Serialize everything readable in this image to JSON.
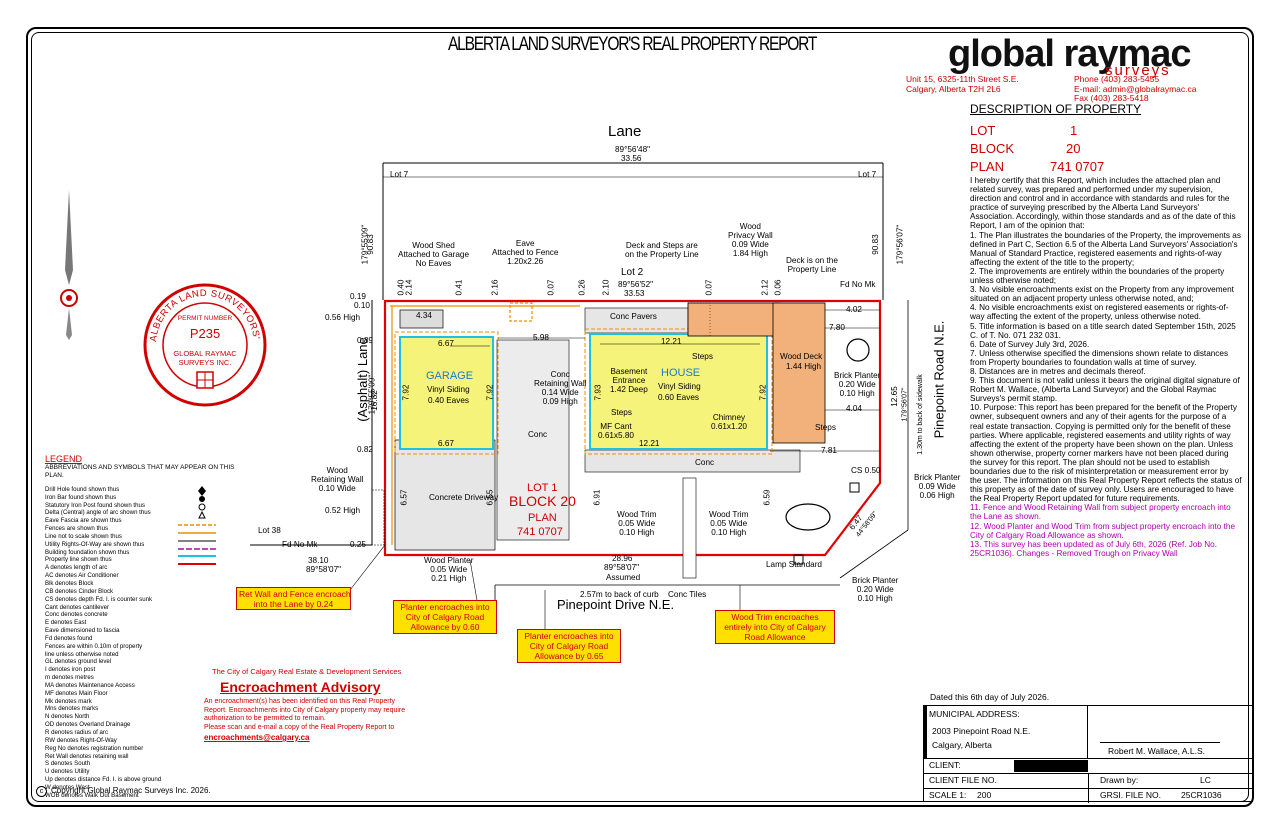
{
  "header": {
    "report_title": "ALBERTA LAND SURVEYOR'S REAL PROPERTY REPORT",
    "company_logo": "global raymac",
    "company_sub": "surveys",
    "addr1": "Unit 15, 6325-11th Street S.E.",
    "addr2": "Calgary, Alberta T2H 2L6",
    "phone": "Phone (403) 283-5455",
    "email": "E-mail: admin@globalraymac.ca",
    "fax": "Fax (403) 283-5418"
  },
  "description": {
    "heading": "DESCRIPTION OF PROPERTY",
    "lot_label": "LOT",
    "lot_value": "1",
    "block_label": "BLOCK",
    "block_value": "20",
    "plan_label": "PLAN",
    "plan_value": "741 0707"
  },
  "certification": {
    "intro": "I hereby certify that this Report, which includes the attached plan and related survey, was prepared and performed under my supervision, direction and control and in accordance with standards and rules for the practice of surveying prescribed by the Alberta Land Surveyors' Association. Accordingly, within those standards and as of the date of this Report, I am of the opinion that:",
    "items": [
      "1. The Plan illustrates the boundaries of the Property, the improvements as defined in Part C, Section 6.5 of the Alberta Land Surveyors' Association's Manual of Standard Practice, registered easements and rights-of-way affecting the extent of the title to the property;",
      "2. The improvements are entirely within the boundaries of the property unless otherwise noted;",
      "3. No visible encroachments exist on the Property from any improvement situated on an adjacent property unless otherwise noted, and;",
      "4. No visible encroachments exist on registered easements or rights-of-way affecting the extent of the property, unless otherwise noted.",
      "5. Title information is based on a title search dated September 15th, 2025 C. of T. No. 071 232 031.",
      "6. Date of Survey July 3rd, 2026.",
      "7. Unless otherwise specified the dimensions shown relate to distances from Property boundaries to foundation walls at time of survey.",
      "8. Distances are in metres and decimals thereof.",
      "9. This document is not valid unless it bears the original digital signature of Robert M. Wallace, (Alberta Land Surveyor) and the Global Raymac Surveys's permit stamp.",
      "10. Purpose: This report has been prepared for the benefit of the Property owner, subsequent owners and any of their agents for the purpose of a real estate transaction. Copying is permitted only for the benefit of these parties. Where applicable, registered easements and utility rights of way affecting the extent of the property have been shown on the plan. Unless shown otherwise, property corner markers have not been placed during the survey for this report. The plan should not be used to establish boundaries due to the risk of misinterpretation or measurement error by the user. The information on this Real Property Report reflects the status of this property as of the date of survey only. Users are encouraged to have the Real Property Report updated for future requirements."
    ],
    "notes": [
      "11. Fence and Wood Retaining Wall from subject property encroach into the Lane as shown.",
      "12. Wood Planter and Wood Trim from subject property encroach into the City of Calgary Road Allowance as shown.",
      "13. This survey has been updated as of July 6th, 2026 (Ref. Job No. 25CR1036). Changes - Removed Trough on Privacy Wall"
    ]
  },
  "seal": {
    "ring_text": "ALBERTA LAND SURVEYORS' ASSOCIATION",
    "permit": "PERMIT NUMBER",
    "number": "P235",
    "company1": "GLOBAL RAYMAC",
    "company2": "SURVEYS INC."
  },
  "legend": {
    "heading": "LEGEND",
    "subheading": "ABBREVIATIONS AND SYMBOLS THAT MAY APPEAR ON THIS PLAN.",
    "items": [
      "Drill Hole found shown thus",
      "Iron Bar found shown thus",
      "Statutory Iron Post found shown thus",
      "Delta (Central) angle of arc shown thus",
      "Eave Fascia are shown thus",
      "Fences are shown thus",
      "Line not to scale shown thus",
      "Utility Rights-Of-Way are shown thus",
      "Building foundation shown thus",
      "Property line shown thus",
      "A denotes length of arc",
      "AC denotes Air Conditioner",
      "Blk denotes Block",
      "CB denotes Cinder Block",
      "CS denotes depth Fd. I. is counter sunk",
      "Cant denotes cantilever",
      "Conc denotes concrete",
      "E denotes East",
      "Eave dimensioned to fascia",
      "Fd denotes found",
      "Fences are within 0.10m of property",
      " line unless otherwise noted",
      "GL denotes ground level",
      "I denotes iron post",
      "m denotes metres",
      "MA denotes Maintenance Access",
      "MF denotes Main Floor",
      "Mk denotes mark",
      "Mns denotes marks",
      "N denotes North",
      "OD denotes Overland Drainage",
      "R denotes radius of arc",
      "RW denotes Right-Of-Way",
      "Reg No denotes registration number",
      "Ret Wall denotes retaining wall",
      "S denotes South",
      "U denotes Utility",
      "Up denotes distance Fd. I. is above ground",
      "W denotes West",
      "WOB denotes Walk Out Basement"
    ]
  },
  "advisory": {
    "org": "The City of Calgary Real Estate & Development Services",
    "title": "Encroachment Advisory",
    "body": "An encroachment(s) has been identified on this Real Property Report. Encroachments into City of Calgary property may require authorization to be permitted to remain.",
    "cta": "Please scan and e-mail a copy of the Real Property Report to",
    "email": "encroachments@calgary.ca"
  },
  "copyright": "Copyright Global Raymac Surveys Inc. 2026.",
  "title_block": {
    "dated": "Dated this 6th day of July 2026.",
    "municipal_label": "MUNICIPAL ADDRESS:",
    "street": "2003 Pinepoint Road N.E.",
    "city": "Calgary, Alberta",
    "surveyor": "Robert M. Wallace, A.L.S.",
    "client_label": "CLIENT:",
    "client_file_label": "CLIENT FILE NO.",
    "drawn_label": "Drawn by:",
    "drawn_value": "LC",
    "scale_label": "SCALE 1:",
    "scale_value": "200",
    "grsi_label": "GRSI. FILE NO.",
    "grsi_value": "25CR1036"
  },
  "plan": {
    "lane": "Lane",
    "lane_bearing": "89°56'48\"",
    "lane_dist": "33.56",
    "lot7_left": "Lot 7",
    "lot7_right": "Lot 7",
    "lot2": "Lot 2",
    "lot2_bearing": "89°56'52\"",
    "lot2_dist": "33.53",
    "lot38": "Lot 38",
    "asphalt_lane": "(Asphalt) Lane",
    "pinepoint_road": "Pinepoint Road N.E.",
    "pinepoint_drive": "Pinepoint Drive N.E.",
    "lot1": "LOT 1",
    "block20": "BLOCK 20",
    "plan": "PLAN",
    "plan_no": "741 0707",
    "garage": "GARAGE",
    "garage_siding": "Vinyl Siding",
    "garage_eaves": "0.40 Eaves",
    "house": "HOUSE",
    "house_siding": "Vinyl Siding",
    "house_eaves": "0.60 Eaves",
    "wood_deck": "Wood Deck",
    "wood_deck_h": "1.44 High",
    "conc_pavers": "Conc Pavers",
    "concrete_driveway": "Concrete Driveway",
    "steps": "Steps",
    "conc": "Conc",
    "assumed": "Assumed",
    "south_bearing": "89°58'07\"",
    "south_dist": "28.96",
    "west_bearing": "89°58'07\"",
    "west_dist": "38.10",
    "fd_no_mk": "Fd No Mk",
    "cs": "CS 0.50",
    "chord": "6.47",
    "chord_bearing": "44°58'09\"",
    "east_bearing": "179°56'07\"",
    "east_dist": "90.83",
    "west_lane_bearing": "179°55'09\"",
    "west_lane_dist": "90.83",
    "rear_bearing": "179°55'09\"",
    "rear_dist": "16.82",
    "east_dist2": "12.65",
    "east_bearing2": "179°56'07\"",
    "sidewalk": "1.30m to back of sidewalk",
    "curb": "2.57m to back of curb",
    "conc_tiles": "Conc Tiles",
    "lamp": "Lamp Standard",
    "labels": {
      "wood_shed": "Wood Shed\nAttached to Garage\nNo Eaves",
      "eave": "Eave\nAttached to Fence\n1.20x2.26",
      "deck_steps": "Deck and Steps are\non the Property Line",
      "wood_privacy": "Wood\nPrivacy Wall\n0.09 Wide\n1.84 High",
      "deck_on_line": "Deck is on the\nProperty Line",
      "conc_ret": "Conc\nRetaining Wall\n0.14 Wide\n0.09 High",
      "basement": "Basement\nEntrance\n1.42 Deep",
      "mf_cant": "MF Cant\n0.61x5.80",
      "chimney": "Chimney\n0.61x1.20",
      "brick1": "Brick Planter\n0.20 Wide\n0.10 High",
      "brick2": "Brick Planter\n0.09 Wide\n0.06 High",
      "brick3": "Brick Planter\n0.20 Wide\n0.10 High",
      "wood_ret": "Wood\nRetaining Wall\n0.10 Wide",
      "wood_planter": "Wood Planter\n0.05 Wide\n0.21 High",
      "wood_trim1": "Wood Trim\n0.05 Wide\n0.10 High",
      "wood_trim2": "Wood Trim\n0.05 Wide\n0.10 High",
      "high056": "0.56 High",
      "high052": "0.52 High"
    },
    "dims": [
      "0.40",
      "2.14",
      "0.41",
      "2.16",
      "0.07",
      "0.26",
      "2.10",
      "0.07",
      "2.12",
      "0.06",
      "0.19",
      "0.10",
      "0.89",
      "0.82",
      "0.25",
      "4.34",
      "6.67",
      "6.67",
      "7.92",
      "7.92",
      "5.98",
      "12.21",
      "12.21",
      "7.93",
      "7.92",
      "4.02",
      "7.80",
      "4.04",
      "7.81",
      "6.57",
      "6.55",
      "6.91",
      "6.59"
    ]
  },
  "callouts": {
    "ret_wall": "Ret Wall and Fence encroach\ninto the Lane by 0.24",
    "planter060": "Planter encroaches into\nCity of Calgary Road\nAllowance by 0.60",
    "planter065": "Planter encroaches into\nCity of Calgary Road\nAllowance by 0.65",
    "wood_trim": "Wood Trim encroaches\nentirely into City of Calgary\nRoad Allowance"
  },
  "colors": {
    "property_line": "#e00000",
    "building_fill": "#f6f37a",
    "building_outline": "#20c0e0",
    "deck_fill": "#f2b07a",
    "callout_fill": "#ffe000",
    "fence": "#f08c00"
  }
}
